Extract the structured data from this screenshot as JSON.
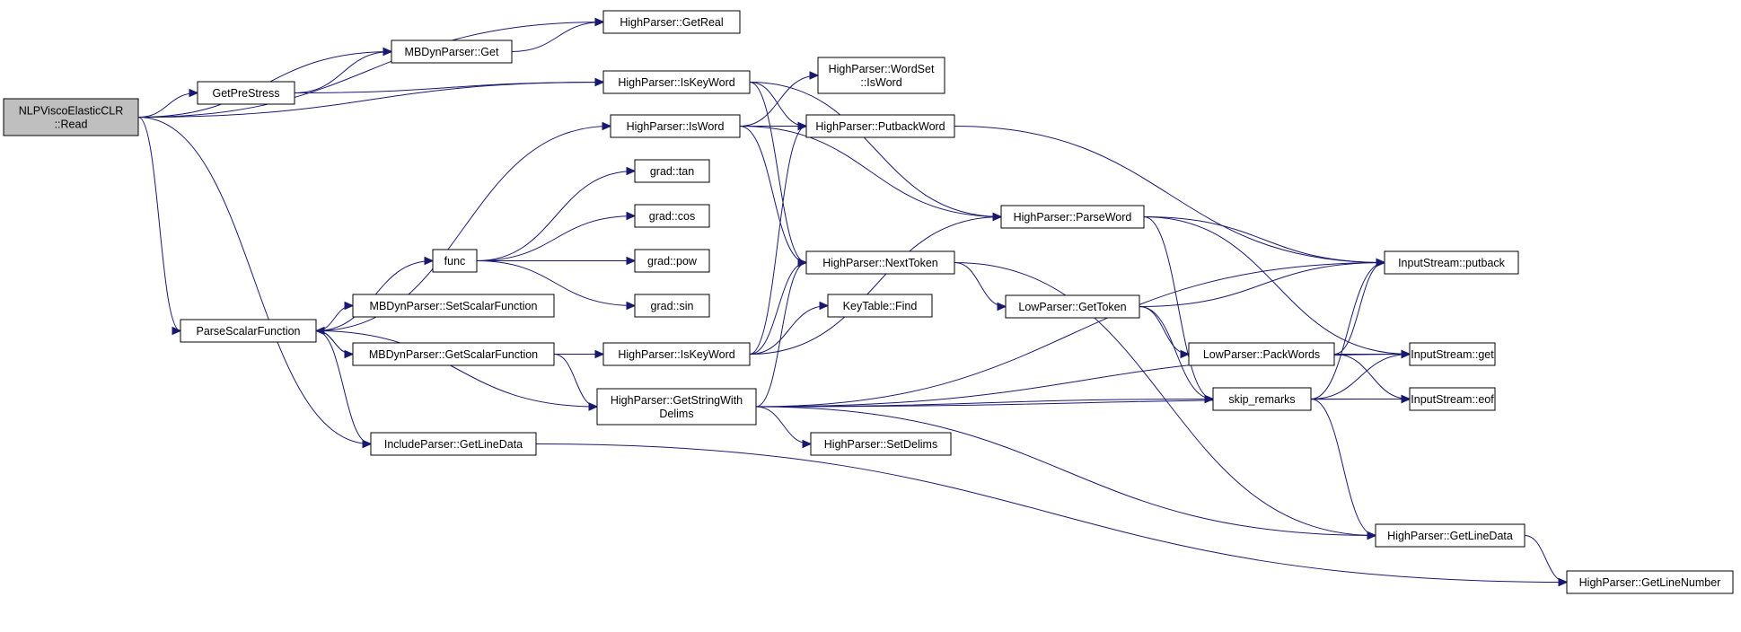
{
  "diagram": {
    "type": "call-graph",
    "colors": {
      "edge": "#191970",
      "root_fill": "#bfbfbf",
      "node_fill": "#ffffff",
      "node_border": "#000000"
    },
    "nodes": [
      {
        "id": "read",
        "lines": [
          "NLPViscoElasticCLR",
          "::Read"
        ],
        "root": true
      },
      {
        "id": "getreal",
        "lines": [
          "HighParser::GetReal"
        ]
      },
      {
        "id": "mbget",
        "lines": [
          "MBDynParser::Get"
        ]
      },
      {
        "id": "getprestress",
        "lines": [
          "GetPreStress"
        ]
      },
      {
        "id": "iskeyword1",
        "lines": [
          "HighParser::IsKeyWord"
        ]
      },
      {
        "id": "wordset",
        "lines": [
          "HighParser::WordSet",
          "::IsWord"
        ]
      },
      {
        "id": "isword",
        "lines": [
          "HighParser::IsWord"
        ]
      },
      {
        "id": "putback",
        "lines": [
          "HighParser::PutbackWord"
        ]
      },
      {
        "id": "tan",
        "lines": [
          "grad::tan"
        ]
      },
      {
        "id": "cos",
        "lines": [
          "grad::cos"
        ]
      },
      {
        "id": "pow",
        "lines": [
          "grad::pow"
        ]
      },
      {
        "id": "sin",
        "lines": [
          "grad::sin"
        ]
      },
      {
        "id": "func",
        "lines": [
          "func"
        ]
      },
      {
        "id": "parseword",
        "lines": [
          "HighParser::ParseWord"
        ]
      },
      {
        "id": "nexttoken",
        "lines": [
          "HighParser::NextToken"
        ]
      },
      {
        "id": "ispb",
        "lines": [
          "InputStream::putback"
        ]
      },
      {
        "id": "keyfind",
        "lines": [
          "KeyTable::Find"
        ]
      },
      {
        "id": "gettoken",
        "lines": [
          "LowParser::GetToken"
        ]
      },
      {
        "id": "psf",
        "lines": [
          "ParseScalarFunction"
        ]
      },
      {
        "id": "setscalar",
        "lines": [
          "MBDynParser::SetScalarFunction"
        ]
      },
      {
        "id": "getscalar",
        "lines": [
          "MBDynParser::GetScalarFunction"
        ]
      },
      {
        "id": "iskeyword2",
        "lines": [
          "HighParser::IsKeyWord"
        ]
      },
      {
        "id": "packwords",
        "lines": [
          "LowParser::PackWords"
        ]
      },
      {
        "id": "isget",
        "lines": [
          "InputStream::get"
        ]
      },
      {
        "id": "skip",
        "lines": [
          "skip_remarks"
        ]
      },
      {
        "id": "iseof",
        "lines": [
          "InputStream::eof"
        ]
      },
      {
        "id": "gswd",
        "lines": [
          "HighParser::GetStringWith",
          "Delims"
        ]
      },
      {
        "id": "includegld",
        "lines": [
          "IncludeParser::GetLineData"
        ]
      },
      {
        "id": "setdelims",
        "lines": [
          "HighParser::SetDelims"
        ]
      },
      {
        "id": "hgld",
        "lines": [
          "HighParser::GetLineData"
        ]
      },
      {
        "id": "getlinenumber",
        "lines": [
          "HighParser::GetLineNumber"
        ]
      }
    ],
    "edges": [
      [
        "read",
        "getreal"
      ],
      [
        "read",
        "mbget"
      ],
      [
        "read",
        "getprestress"
      ],
      [
        "read",
        "iskeyword1"
      ],
      [
        "read",
        "psf"
      ],
      [
        "read",
        "includegld"
      ],
      [
        "getprestress",
        "mbget"
      ],
      [
        "getprestress",
        "iskeyword1"
      ],
      [
        "mbget",
        "getreal"
      ],
      [
        "iskeyword1",
        "parseword"
      ],
      [
        "iskeyword1",
        "nexttoken"
      ],
      [
        "iskeyword1",
        "putback"
      ],
      [
        "isword",
        "wordset"
      ],
      [
        "isword",
        "putback"
      ],
      [
        "isword",
        "nexttoken"
      ],
      [
        "isword",
        "parseword"
      ],
      [
        "putback",
        "ispb"
      ],
      [
        "func",
        "tan"
      ],
      [
        "func",
        "cos"
      ],
      [
        "func",
        "pow"
      ],
      [
        "func",
        "sin"
      ],
      [
        "psf",
        "isword"
      ],
      [
        "psf",
        "func"
      ],
      [
        "psf",
        "setscalar"
      ],
      [
        "psf",
        "getscalar"
      ],
      [
        "psf",
        "gswd"
      ],
      [
        "psf",
        "includegld"
      ],
      [
        "getscalar",
        "psf"
      ],
      [
        "getscalar",
        "iskeyword2"
      ],
      [
        "getscalar",
        "gswd"
      ],
      [
        "iskeyword2",
        "parseword"
      ],
      [
        "iskeyword2",
        "nexttoken"
      ],
      [
        "iskeyword2",
        "putback"
      ],
      [
        "iskeyword2",
        "keyfind"
      ],
      [
        "parseword",
        "ispb"
      ],
      [
        "parseword",
        "isget"
      ],
      [
        "parseword",
        "skip"
      ],
      [
        "nexttoken",
        "gettoken"
      ],
      [
        "nexttoken",
        "hgld"
      ],
      [
        "gettoken",
        "ispb"
      ],
      [
        "gettoken",
        "packwords"
      ],
      [
        "gettoken",
        "skip"
      ],
      [
        "packwords",
        "ispb"
      ],
      [
        "packwords",
        "isget"
      ],
      [
        "packwords",
        "iseof"
      ],
      [
        "skip",
        "ispb"
      ],
      [
        "skip",
        "isget"
      ],
      [
        "skip",
        "iseof"
      ],
      [
        "skip",
        "hgld"
      ],
      [
        "gswd",
        "nexttoken"
      ],
      [
        "gswd",
        "ispb"
      ],
      [
        "gswd",
        "isget"
      ],
      [
        "gswd",
        "setdelims"
      ],
      [
        "gswd",
        "skip"
      ],
      [
        "gswd",
        "iseof"
      ],
      [
        "gswd",
        "hgld"
      ],
      [
        "includegld",
        "getlinenumber"
      ],
      [
        "hgld",
        "getlinenumber"
      ]
    ]
  }
}
